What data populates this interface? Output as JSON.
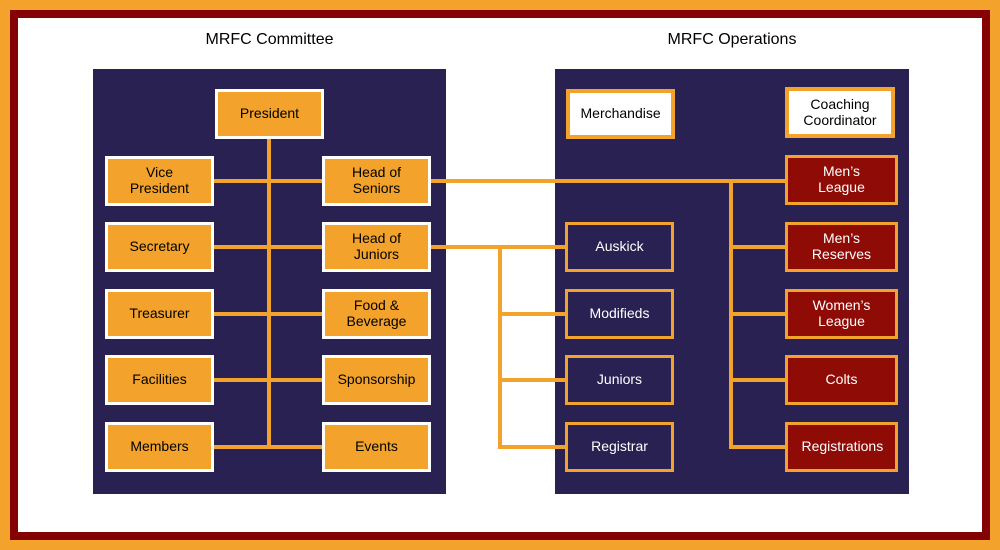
{
  "colors": {
    "accent_orange": "#F3A32B",
    "panel_navy": "#2A2153",
    "box_dark_red": "#8E0B06",
    "frame_dark_red": "#840204",
    "box_white": "#FFFFFF",
    "text_dark": "#000000",
    "text_light": "#FFFFFF"
  },
  "committee": {
    "title": "MRFC Committee",
    "nodes": {
      "president": "President",
      "vice_president": "Vice President",
      "secretary": "Secretary",
      "treasurer": "Treasurer",
      "facilities": "Facilities",
      "members": "Members",
      "head_of_seniors": "Head of Seniors",
      "head_of_juniors": "Head of Juniors",
      "food_beverage": "Food & Beverage",
      "sponsorship": "Sponsorship",
      "events": "Events"
    }
  },
  "operations": {
    "title": "MRFC Operations",
    "nodes": {
      "merchandise": "Merchandise",
      "coaching_coordinator": "Coaching Coordinator",
      "auskick": "Auskick",
      "modifieds": "Modifieds",
      "juniors": "Juniors",
      "registrar": "Registrar",
      "mens_league": "Men’s League",
      "mens_reserves": "Men’s Reserves",
      "womens_league": "Women’s League",
      "colts": "Colts",
      "registrations": "Registrations"
    }
  }
}
